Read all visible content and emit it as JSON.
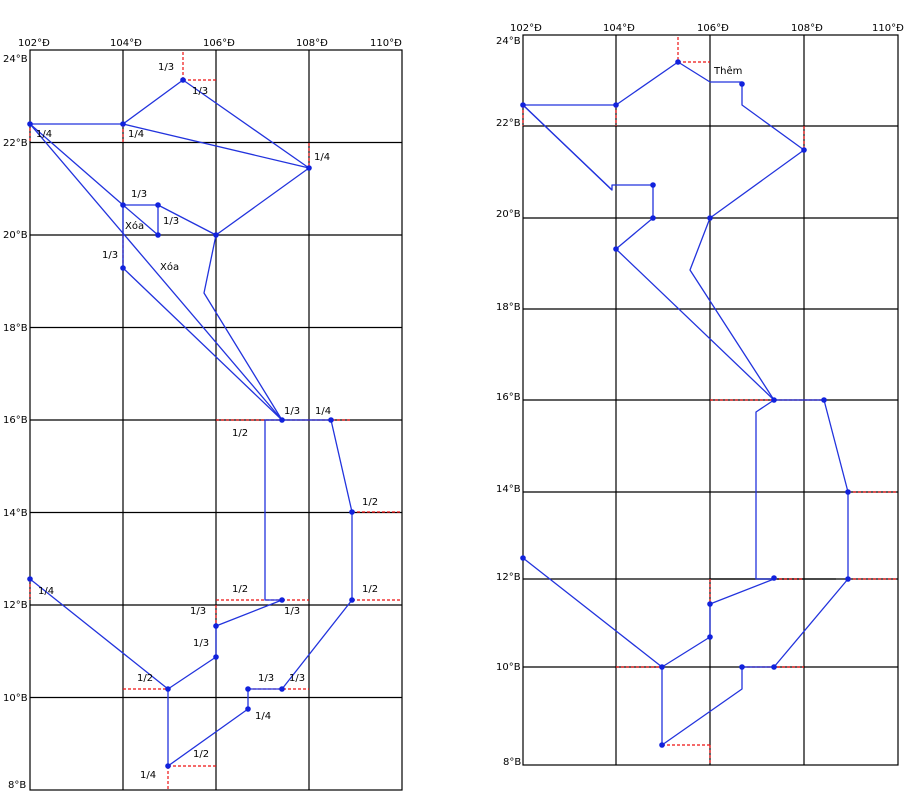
{
  "colors": {
    "grid": "#000000",
    "route": "#2233dd",
    "guide": "#ee1111",
    "point": "#1122dd",
    "background": "#ffffff"
  },
  "left_map": {
    "lon_labels": [
      "102°Đ",
      "104°Đ",
      "106°Đ",
      "108°Đ",
      "110°Đ"
    ],
    "lat_labels": [
      "24°B",
      "22°B",
      "20°B",
      "18°B",
      "16°B",
      "14°B",
      "12°B",
      "10°B",
      "8°B"
    ],
    "annotations": [
      {
        "id": "a1",
        "text": "1/3"
      },
      {
        "id": "a2",
        "text": "1/3"
      },
      {
        "id": "a3",
        "text": "1/4"
      },
      {
        "id": "a4",
        "text": "1/4"
      },
      {
        "id": "a5",
        "text": "1/4"
      },
      {
        "id": "a6",
        "text": "1/3"
      },
      {
        "id": "a7",
        "text": "1/3"
      },
      {
        "id": "a8",
        "text": "Xóa"
      },
      {
        "id": "a9",
        "text": "1/3"
      },
      {
        "id": "a10",
        "text": "Xóa"
      },
      {
        "id": "a11",
        "text": "1/3"
      },
      {
        "id": "a12",
        "text": "1/4"
      },
      {
        "id": "a13",
        "text": "1/2"
      },
      {
        "id": "a14",
        "text": "1/2"
      },
      {
        "id": "a15",
        "text": "1/4"
      },
      {
        "id": "a16",
        "text": "1/2"
      },
      {
        "id": "a17",
        "text": "1/2"
      },
      {
        "id": "a18",
        "text": "1/3"
      },
      {
        "id": "a19",
        "text": "1/3"
      },
      {
        "id": "a20",
        "text": "1/3"
      },
      {
        "id": "a21",
        "text": "1/2"
      },
      {
        "id": "a22",
        "text": "1/3"
      },
      {
        "id": "a23",
        "text": "1/3"
      },
      {
        "id": "a24",
        "text": "1/4"
      },
      {
        "id": "a25",
        "text": "1/2"
      },
      {
        "id": "a26",
        "text": "1/4"
      }
    ]
  },
  "right_map": {
    "lon_labels": [
      "102°Đ",
      "104°Đ",
      "106°Đ",
      "108°Đ",
      "110°Đ"
    ],
    "lat_labels": [
      "24°B",
      "22°B",
      "20°B",
      "18°B",
      "16°B",
      "14°B",
      "12°B",
      "10°B",
      "8°B"
    ],
    "annotations": [
      {
        "id": "b1",
        "text": "Thêm"
      }
    ]
  }
}
